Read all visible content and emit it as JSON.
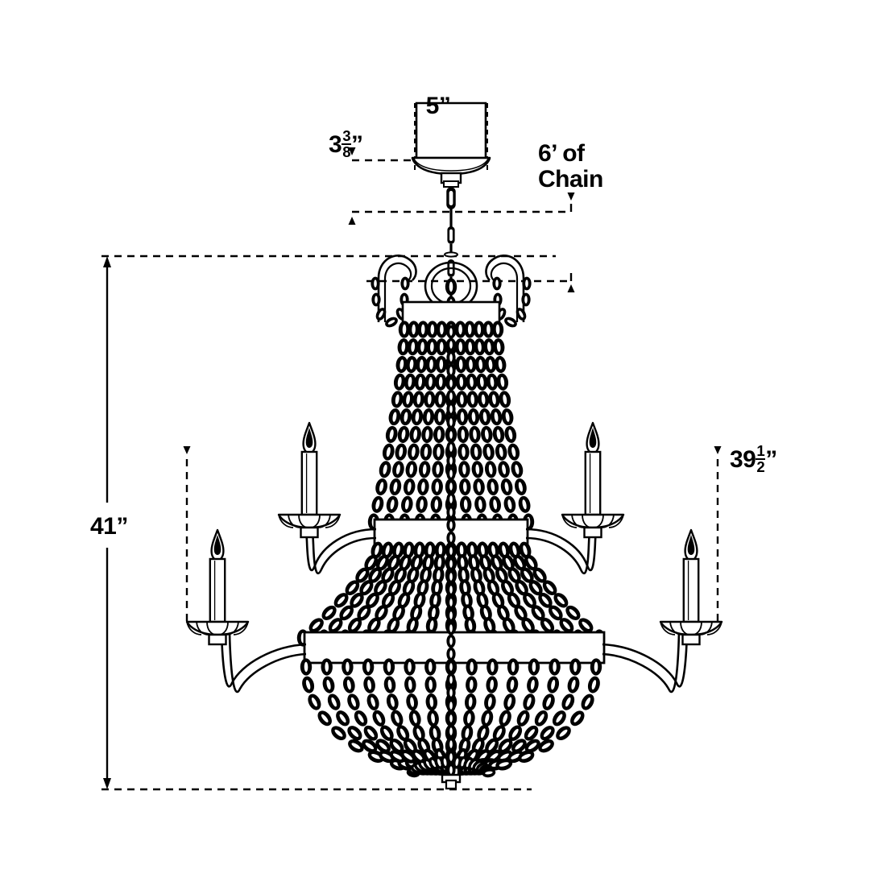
{
  "drawing": {
    "title": "Chandelier dimension drawing",
    "subject": "beaded basket empire chandelier",
    "background_color": "#ffffff",
    "line_color": "#000000"
  },
  "dimensions": {
    "canopy_width": {
      "value": "5",
      "unit": "”",
      "label": "5”",
      "orientation": "horizontal",
      "location": "canopy top"
    },
    "canopy_height": {
      "whole": "3",
      "numerator": "3",
      "denominator": "8",
      "unit": "”",
      "label": "3⅜”",
      "orientation": "vertical",
      "location": "canopy left"
    },
    "chain_length": {
      "line1": "6’ of",
      "line2": "Chain",
      "value": "6",
      "unit": "’",
      "label": "6’ of Chain",
      "location": "chain right"
    },
    "fixture_height": {
      "value": "41",
      "unit": "”",
      "label": "41”",
      "orientation": "vertical",
      "location": "far left"
    },
    "fixture_spread": {
      "whole": "39",
      "numerator": "1",
      "denominator": "2",
      "unit": "”",
      "label": "39½”",
      "orientation": "vertical",
      "location": "far right"
    }
  },
  "parts": {
    "canopy": "canopy",
    "loop": "hanging-loop",
    "chain": "suspension-chain",
    "ring": "top-ring",
    "scrolls": "top-scroll-arms",
    "upper_band": "upper-band",
    "mid_band": "mid-band",
    "lower_band": "lower-band",
    "beads": "beaded-strands",
    "arms": "candle-arms",
    "bobeche": "bobeche",
    "candle": "candle",
    "flame": "flame-tip",
    "finial": "bottom-finial"
  },
  "counts": {
    "visible_arms": 4,
    "upper_arms": 2,
    "lower_arms": 2
  }
}
